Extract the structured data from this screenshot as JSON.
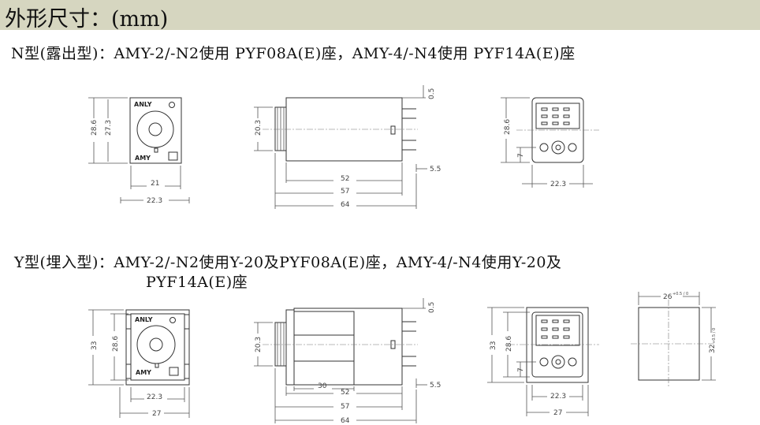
{
  "header": {
    "title": "外形尺寸：(mm)",
    "background": "#d6d6c0"
  },
  "sections": [
    {
      "caption_lines": [
        "N型(露出型)：AMY-2/-N2使用 PYF08A(E)座，AMY-4/-N4使用 PYF14A(E)座"
      ],
      "front_view": {
        "brand_top": "ANLY",
        "brand_bottom": "AMY",
        "height_outer": "28.6",
        "height_inner": "27.3",
        "width_inner": "21",
        "width_outer": "22.3"
      },
      "side_view": {
        "height": "20.3",
        "pin_offset": "0.5",
        "pin_length": "5.5",
        "len1": "52",
        "len2": "57",
        "len3": "64"
      },
      "back_view": {
        "height": "28.6",
        "pin_offset": "7",
        "width": "22.3"
      }
    },
    {
      "caption_lines": [
        "Y型(埋入型)：AMY-2/-N2使用Y-20及PYF08A(E)座，AMY-4/-N4使用Y-20及",
        "PYF14A(E)座"
      ],
      "front_view": {
        "brand_top": "ANLY",
        "brand_bottom": "AMY",
        "height_outer": "33",
        "height_inner": "28.6",
        "width_inner": "22.3",
        "width_outer": "27"
      },
      "side_view": {
        "height": "20.3",
        "pin_offset": "0.5",
        "pin_length": "5.5",
        "len0": "30",
        "len1": "52",
        "len2": "57",
        "len3": "64"
      },
      "back_view": {
        "height_outer": "33",
        "height_inner": "28.6",
        "pin_offset": "7",
        "width_inner": "22.3",
        "width_outer": "27"
      },
      "panel_cutout": {
        "width": "26",
        "width_tol": "+0.5 / 0",
        "height": "32",
        "height_tol": "+0.5 / 0"
      }
    }
  ]
}
